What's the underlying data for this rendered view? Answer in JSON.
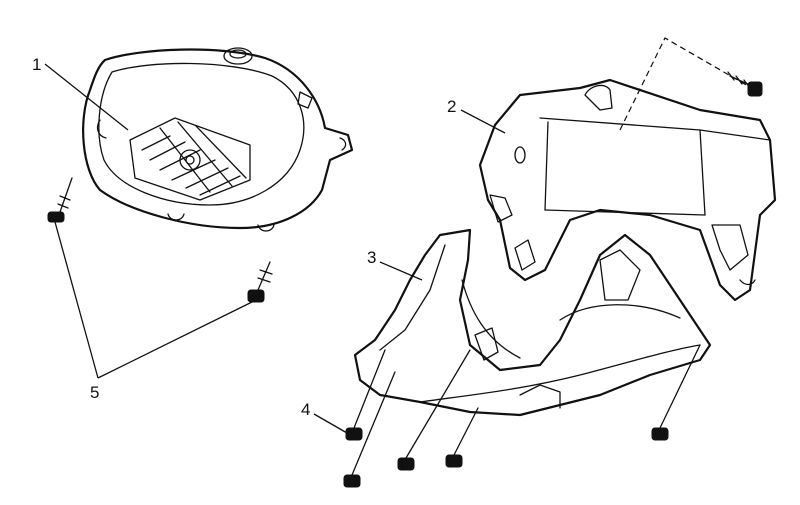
{
  "callouts": [
    {
      "id": "1",
      "text": "1"
    },
    {
      "id": "2",
      "text": "2"
    },
    {
      "id": "3",
      "text": "3"
    },
    {
      "id": "4",
      "text": "4"
    },
    {
      "id": "5",
      "text": "5"
    }
  ]
}
